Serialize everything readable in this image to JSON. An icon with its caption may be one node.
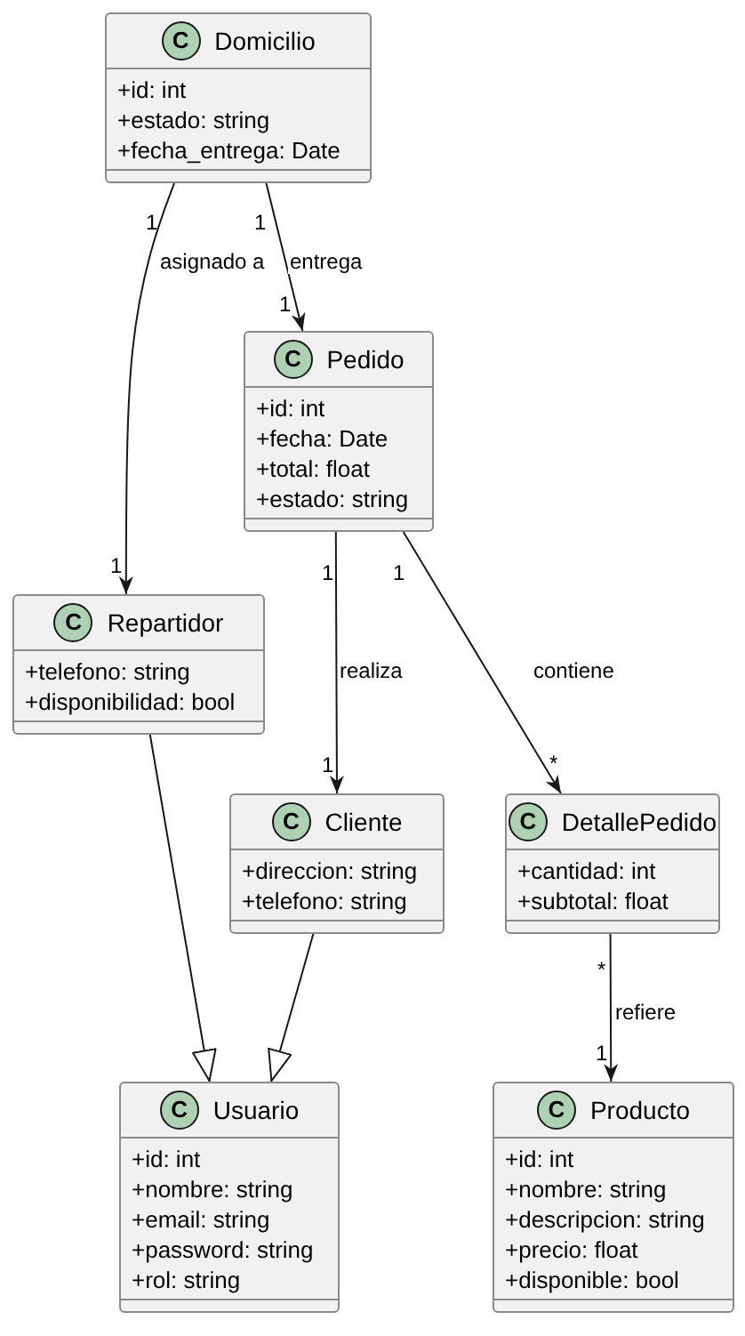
{
  "diagram": {
    "nodes": [
      {
        "text": [
          "C",
          "Domicilio",
          "+id: int",
          "+estado: string",
          "+fecha_entrega: Date"
        ]
      },
      {
        "text": [
          "C",
          "Pedido",
          "+id: int",
          "+fecha: Date",
          "+total: float",
          "+estado: string"
        ]
      },
      {
        "text": [
          "C",
          "Repartidor",
          "+telefono: string",
          "+disponibilidad: bool"
        ]
      },
      {
        "text": [
          "C",
          "Cliente",
          "+direccion: string",
          "+telefono: string"
        ]
      },
      {
        "text": [
          "C",
          "DetallePedido",
          "+cantidad: int",
          "+subtotal: float"
        ]
      },
      {
        "text": [
          "C",
          "Usuario",
          "+id: int",
          "+nombre: string",
          "+email: string",
          "+password: string",
          "+rol: string"
        ]
      },
      {
        "text": [
          "C",
          "Producto",
          "+id: int",
          "+nombre: string",
          "+descripcion: string",
          "+precio: float",
          "+disponible: bool"
        ]
      }
    ],
    "edges": [
      {
        "from": 0,
        "to": 2,
        "arrow": "to",
        "label": "asignado a"
      },
      {
        "from": 0,
        "to": 1,
        "arrow": "to",
        "label": "entrega"
      },
      {
        "from": 1,
        "to": 3,
        "arrow": "to",
        "label": "realiza"
      },
      {
        "from": 1,
        "to": 4,
        "arrow": "to",
        "label": "contiene"
      },
      {
        "from": 4,
        "to": 6,
        "arrow": "to",
        "label": "refiere"
      },
      {
        "from": 2,
        "to": 5,
        "arrow": "to"
      },
      {
        "from": 3,
        "to": 5,
        "arrow": "to"
      }
    ],
    "labels": [
      "1",
      "1",
      "1",
      "1",
      "1",
      "1",
      "1",
      "*",
      "*",
      "1"
    ]
  }
}
